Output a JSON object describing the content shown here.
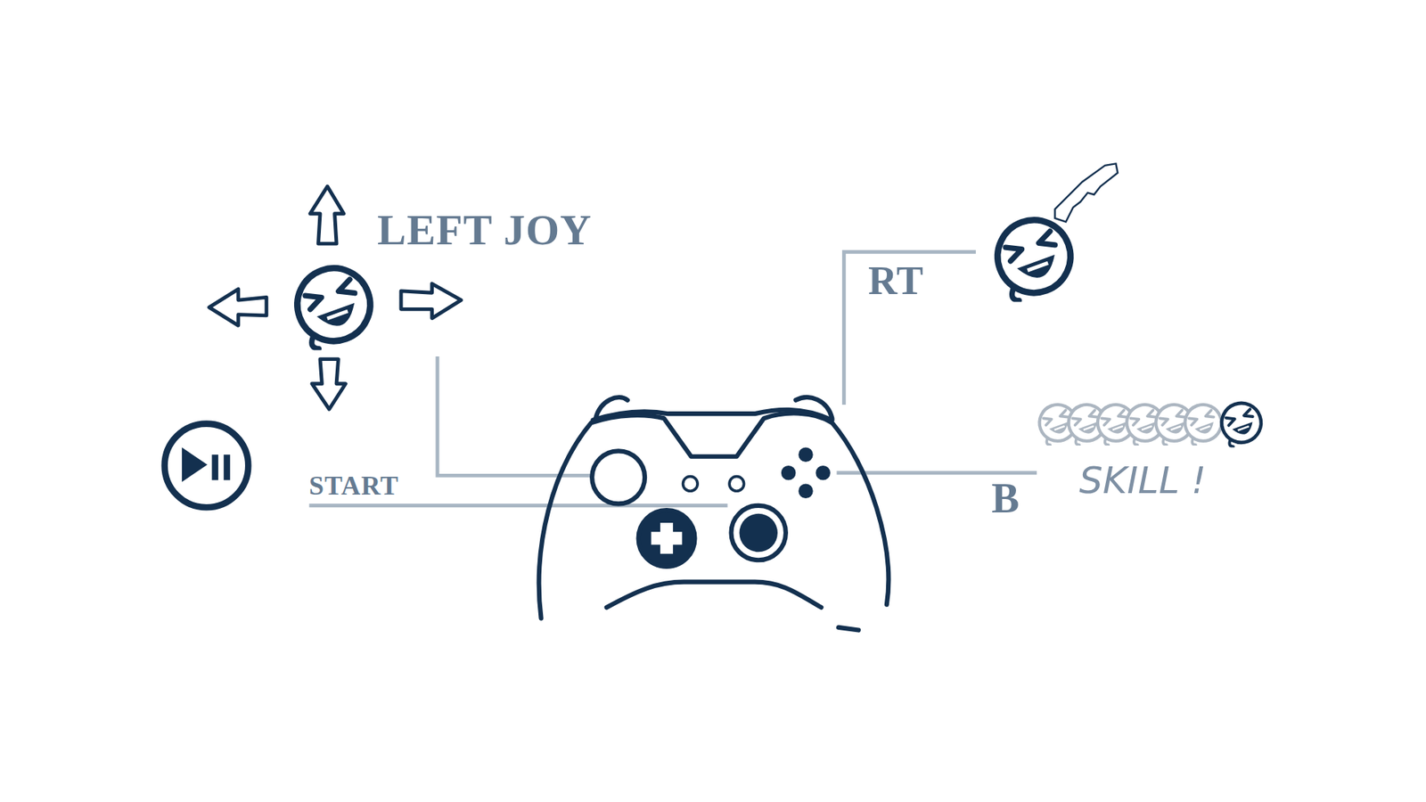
{
  "diagram": {
    "labels": [
      "LEFT JOY",
      "RT",
      "START",
      "B",
      "SKILL !"
    ]
  }
}
